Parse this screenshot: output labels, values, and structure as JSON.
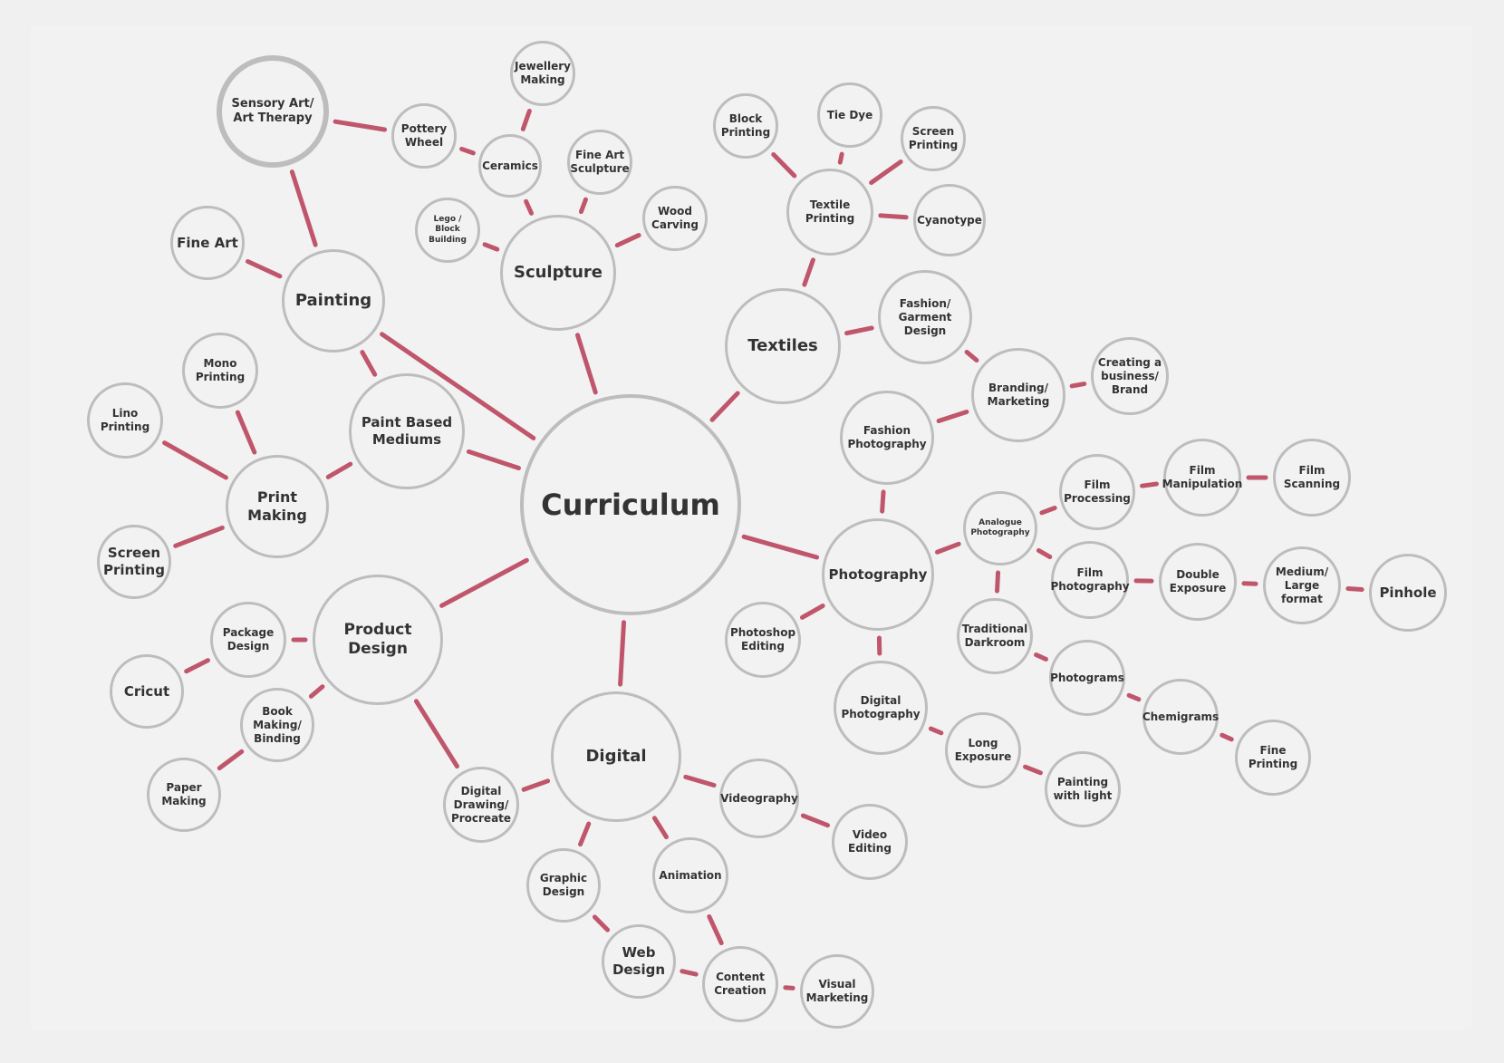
{
  "colors": {
    "link": "#c0566b",
    "node_border": "#bdbdbd",
    "node_fill": "#f2f2f2",
    "text": "#333333",
    "background": "#f0f0f0"
  },
  "nodes": {
    "curriculum": "Curriculum",
    "painting": "Painting",
    "sensory_art": "Sensory Art/\nArt Therapy",
    "fine_art": "Fine Art",
    "paint_based": "Paint Based\nMediums",
    "print_making": "Print\nMaking",
    "mono_printing": "Mono\nPrinting",
    "lino_printing": "Lino\nPrinting",
    "screen_printing_print": "Screen\nPrinting",
    "sculpture": "Sculpture",
    "pottery_wheel": "Pottery\nWheel",
    "ceramics": "Ceramics",
    "jewellery": "Jewellery\nMaking",
    "fine_art_sculpture": "Fine Art\nSculpture",
    "lego": "Lego / Block\nBuilding",
    "wood_carving": "Wood\nCarving",
    "textiles": "Textiles",
    "textile_printing": "Textile\nPrinting",
    "block_printing": "Block\nPrinting",
    "tie_dye": "Tie Dye",
    "screen_printing_textile": "Screen\nPrinting",
    "cyanotype": "Cyanotype",
    "fashion_garment": "Fashion/\nGarment\nDesign",
    "branding": "Branding/\nMarketing",
    "creating_business": "Creating a\nbusiness/\nBrand",
    "fashion_photography": "Fashion\nPhotography",
    "photography": "Photography",
    "analogue": "Analogue\nPhotography",
    "film_processing": "Film\nProcessing",
    "film_manipulation": "Film\nManipulation",
    "film_scanning": "Film\nScanning",
    "film_photography": "Film\nPhotography",
    "double_exposure": "Double\nExposure",
    "medium_large": "Medium/\nLarge\nformat",
    "pinhole": "Pinhole",
    "traditional_darkroom": "Traditional\nDarkroom",
    "photograms": "Photograms",
    "chemigrams": "Chemigrams",
    "fine_printing": "Fine\nPrinting",
    "photoshop": "Photoshop\nEditing",
    "digital_photography": "Digital\nPhotography",
    "long_exposure": "Long\nExposure",
    "painting_light": "Painting\nwith light",
    "product_design": "Product\nDesign",
    "package_design": "Package\nDesign",
    "cricut": "Cricut",
    "book_making": "Book\nMaking/\nBinding",
    "paper_making": "Paper\nMaking",
    "digital": "Digital",
    "digital_drawing": "Digital\nDrawing/\nProcreate",
    "videography": "Videography",
    "video_editing": "Video\nEditing",
    "graphic_design": "Graphic\nDesign",
    "animation": "Animation",
    "web_design": "Web\nDesign",
    "content_creation": "Content\nCreation",
    "visual_marketing": "Visual\nMarketing"
  },
  "links": [
    [
      "curriculum",
      "painting"
    ],
    [
      "curriculum",
      "sculpture"
    ],
    [
      "curriculum",
      "textiles"
    ],
    [
      "curriculum",
      "photography"
    ],
    [
      "curriculum",
      "digital"
    ],
    [
      "curriculum",
      "product_design"
    ],
    [
      "curriculum",
      "paint_based"
    ],
    [
      "painting",
      "sensory_art"
    ],
    [
      "painting",
      "fine_art"
    ],
    [
      "painting",
      "paint_based"
    ],
    [
      "paint_based",
      "print_making"
    ],
    [
      "print_making",
      "mono_printing"
    ],
    [
      "print_making",
      "lino_printing"
    ],
    [
      "print_making",
      "screen_printing_print"
    ],
    [
      "sensory_art",
      "pottery_wheel"
    ],
    [
      "pottery_wheel",
      "ceramics"
    ],
    [
      "ceramics",
      "jewellery"
    ],
    [
      "ceramics",
      "sculpture"
    ],
    [
      "sculpture",
      "fine_art_sculpture"
    ],
    [
      "sculpture",
      "lego"
    ],
    [
      "sculpture",
      "wood_carving"
    ],
    [
      "textiles",
      "textile_printing"
    ],
    [
      "textile_printing",
      "block_printing"
    ],
    [
      "textile_printing",
      "tie_dye"
    ],
    [
      "textile_printing",
      "screen_printing_textile"
    ],
    [
      "textile_printing",
      "cyanotype"
    ],
    [
      "textiles",
      "fashion_garment"
    ],
    [
      "fashion_garment",
      "branding"
    ],
    [
      "branding",
      "creating_business"
    ],
    [
      "branding",
      "fashion_photography"
    ],
    [
      "fashion_photography",
      "photography"
    ],
    [
      "photography",
      "analogue"
    ],
    [
      "analogue",
      "film_processing"
    ],
    [
      "film_processing",
      "film_manipulation"
    ],
    [
      "film_manipulation",
      "film_scanning"
    ],
    [
      "analogue",
      "film_photography"
    ],
    [
      "film_photography",
      "double_exposure"
    ],
    [
      "double_exposure",
      "medium_large"
    ],
    [
      "medium_large",
      "pinhole"
    ],
    [
      "analogue",
      "traditional_darkroom"
    ],
    [
      "traditional_darkroom",
      "photograms"
    ],
    [
      "photograms",
      "chemigrams"
    ],
    [
      "chemigrams",
      "fine_printing"
    ],
    [
      "photography",
      "photoshop"
    ],
    [
      "photography",
      "digital_photography"
    ],
    [
      "digital_photography",
      "long_exposure"
    ],
    [
      "long_exposure",
      "painting_light"
    ],
    [
      "product_design",
      "package_design"
    ],
    [
      "package_design",
      "cricut"
    ],
    [
      "product_design",
      "book_making"
    ],
    [
      "book_making",
      "paper_making"
    ],
    [
      "product_design",
      "digital_drawing"
    ],
    [
      "digital",
      "digital_drawing"
    ],
    [
      "digital",
      "videography"
    ],
    [
      "videography",
      "video_editing"
    ],
    [
      "digital",
      "graphic_design"
    ],
    [
      "digital",
      "animation"
    ],
    [
      "graphic_design",
      "web_design"
    ],
    [
      "web_design",
      "content_creation"
    ],
    [
      "animation",
      "content_creation"
    ],
    [
      "content_creation",
      "visual_marketing"
    ]
  ]
}
